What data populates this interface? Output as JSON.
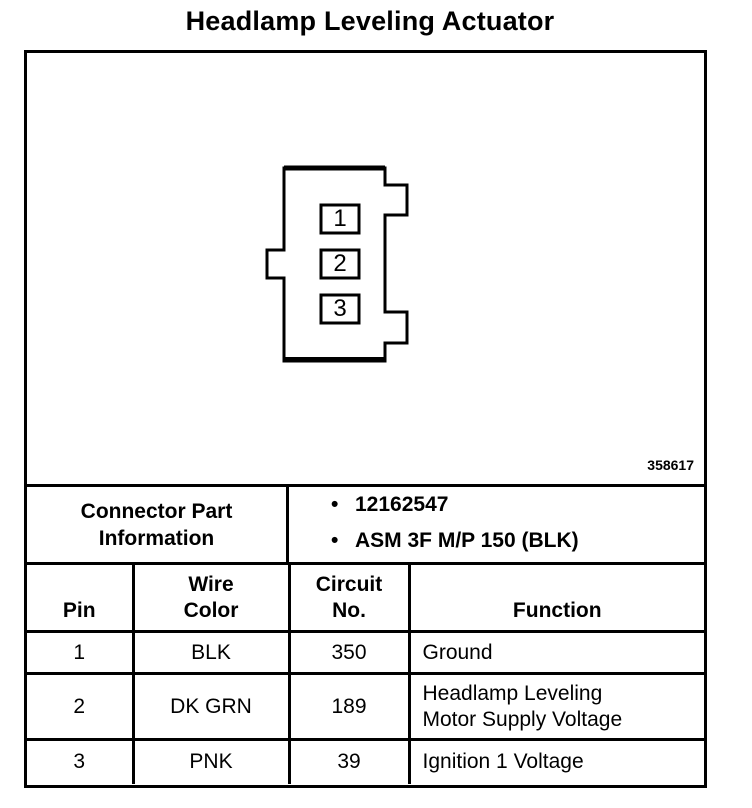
{
  "title": "Headlamp Leveling Actuator",
  "figure_number": "358617",
  "connector": {
    "pins": [
      "1",
      "2",
      "3"
    ]
  },
  "connector_info": {
    "label_line1": "Connector Part",
    "label_line2": "Information",
    "items": [
      "12162547",
      "ASM 3F M/P 150 (BLK)"
    ],
    "bullet": "•"
  },
  "table": {
    "headers": {
      "pin": "Pin",
      "wire_color_line1": "Wire",
      "wire_color_line2": "Color",
      "circuit_line1": "Circuit",
      "circuit_line2": "No.",
      "function": "Function"
    },
    "rows": [
      {
        "pin": "1",
        "wire_color": "BLK",
        "circuit": "350",
        "function_line1": "Ground",
        "function_line2": ""
      },
      {
        "pin": "2",
        "wire_color": "DK GRN",
        "circuit": "189",
        "function_line1": "Headlamp Leveling",
        "function_line2": "Motor Supply Voltage"
      },
      {
        "pin": "3",
        "wire_color": "PNK",
        "circuit": "39",
        "function_line1": "Ignition 1 Voltage",
        "function_line2": ""
      }
    ]
  }
}
